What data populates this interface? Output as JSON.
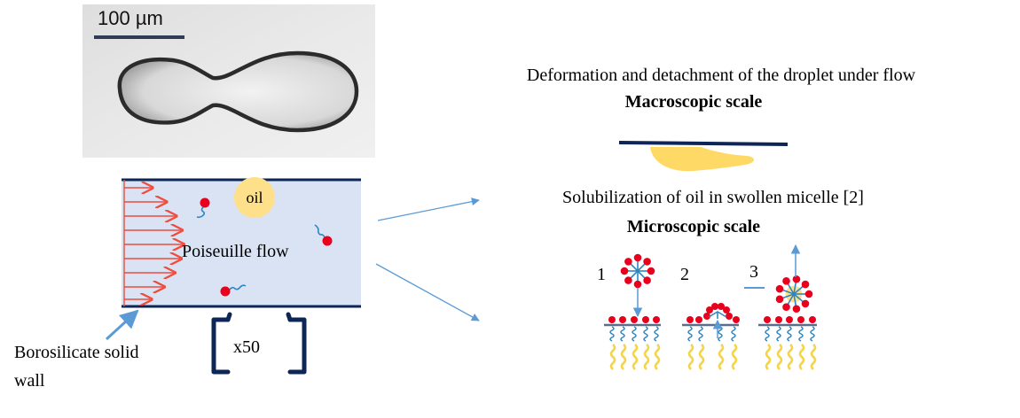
{
  "micrograph": {
    "scale_bar_label": "100 µm"
  },
  "channel": {
    "oil_label": "oil",
    "flow_label": "Poiseuille flow",
    "wall_label_line1": "Borosilicate solid",
    "wall_label_line2": "wall",
    "zoom_label": "x50"
  },
  "macroscopic": {
    "caption": "Deformation and detachment of the droplet under flow",
    "scale_title": "Macroscopic scale"
  },
  "microscopic": {
    "caption": "Solubilization of oil in swollen micelle [2]",
    "scale_title": "Microscopic scale",
    "steps": [
      "1",
      "2",
      "3"
    ]
  },
  "colors": {
    "channel_fill": "#dae3f3",
    "wall": "#0d2557",
    "flow_arrow": "#f04b3c",
    "oil": "#ffe08a",
    "surfactant_head": "#e8001c",
    "surfactant_tail": "#2e86c1",
    "oil_tail": "#f5d44a",
    "pointer": "#5b9bd5"
  }
}
